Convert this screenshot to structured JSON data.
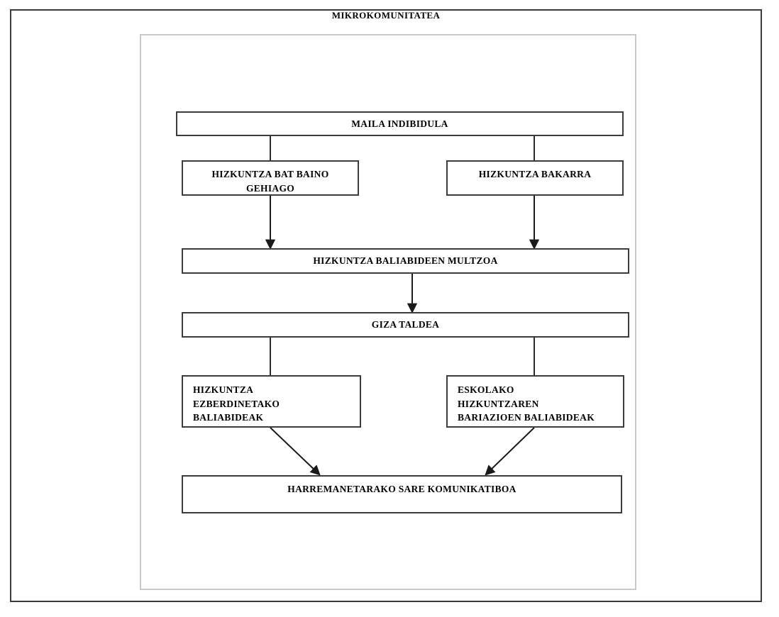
{
  "diagram": {
    "title": "MIKROKOMUNITATEA",
    "colors": {
      "outer_border": "#3a3a3a",
      "inner_border": "#c9c9c9",
      "node_border": "#3c3c3c",
      "text": "#000000",
      "connector": "#2b2b2b",
      "background": "#ffffff"
    },
    "nodes": {
      "maila_indibidula": "MAILA INDIBIDULA",
      "hizkuntza_bat_baino_gehiago": "HIZKUNTZA BAT BAINO\nGEHIAGO",
      "hizkuntza_bakarra": "HIZKUNTZA BAKARRA",
      "hizkuntza_baliabideen_multzoa": "HIZKUNTZA BALIABIDEEN MULTZOA",
      "giza_taldea": "GIZA TALDEA",
      "hizkuntza_ezberdinetako_baliabideak": "HIZKUNTZA\nEZBERDINETAKO\nBALIABIDEAK",
      "eskolako_hizkuntzaren_bariazioen_baliabideak": "ESKOLAKO\nHIZKUNTZAREN\nBARIAZIOEN BALIABIDEAK",
      "harremanetarako_sare_komunikatiboa": "HARREMANETARAKO SARE KOMUNIKATIBOA"
    },
    "edges": [
      {
        "from": "maila_indibidula",
        "to": "hizkuntza_bat_baino_gehiago",
        "style": "line"
      },
      {
        "from": "maila_indibidula",
        "to": "hizkuntza_bakarra",
        "style": "line"
      },
      {
        "from": "hizkuntza_bat_baino_gehiago",
        "to": "hizkuntza_baliabideen_multzoa",
        "style": "arrow"
      },
      {
        "from": "hizkuntza_bakarra",
        "to": "hizkuntza_baliabideen_multzoa",
        "style": "arrow"
      },
      {
        "from": "hizkuntza_baliabideen_multzoa",
        "to": "giza_taldea",
        "style": "arrow"
      },
      {
        "from": "giza_taldea",
        "to": "hizkuntza_ezberdinetako_baliabideak",
        "style": "line"
      },
      {
        "from": "giza_taldea",
        "to": "eskolako_hizkuntzaren_bariazioen_baliabideak",
        "style": "line"
      },
      {
        "from": "hizkuntza_ezberdinetako_baliabideak",
        "to": "harremanetarako_sare_komunikatiboa",
        "style": "arrow-diagonal"
      },
      {
        "from": "eskolako_hizkuntzaren_bariazioen_baliabideak",
        "to": "harremanetarako_sare_komunikatiboa",
        "style": "arrow-diagonal"
      }
    ]
  }
}
